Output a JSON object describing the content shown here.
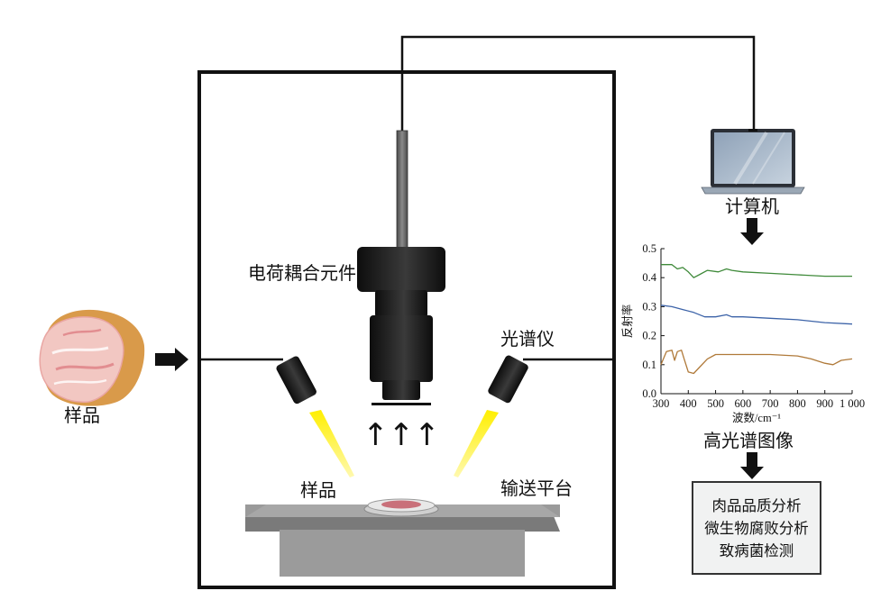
{
  "labels": {
    "sample_left": "样品",
    "ccd": "电荷耦合元件",
    "spectrometer": "光谱仪",
    "computer": "计算机",
    "sample_stage": "样品",
    "conveyor": "输送平台",
    "hyperspectral_image": "高光谱图像"
  },
  "results_box": {
    "lines": [
      "肉品品质分析",
      "微生物腐败分析",
      "致病菌检测"
    ]
  },
  "arrows": {
    "light_up": "↑↑↑"
  },
  "icons": [
    "meat-icon",
    "laptop-icon",
    "camera-icon",
    "light-source-icon",
    "petri-dish-icon"
  ],
  "chart_data": {
    "type": "line",
    "xlabel": "波数/cm⁻¹",
    "ylabel": "反射率",
    "xlim": [
      300,
      1000
    ],
    "ylim": [
      0.0,
      0.5
    ],
    "x_ticks": [
      "300",
      "400",
      "500",
      "600",
      "700",
      "800",
      "900",
      "1 000"
    ],
    "y_ticks": [
      "0.0",
      "0.1",
      "0.2",
      "0.3",
      "0.4",
      "0.5"
    ],
    "grid": false,
    "series": [
      {
        "color": "#3f8a3a",
        "x": [
          300,
          340,
          360,
          380,
          400,
          420,
          440,
          470,
          510,
          540,
          560,
          600,
          700,
          800,
          900,
          1000
        ],
        "y": [
          0.445,
          0.445,
          0.43,
          0.435,
          0.42,
          0.4,
          0.41,
          0.425,
          0.42,
          0.43,
          0.425,
          0.42,
          0.415,
          0.41,
          0.405,
          0.405
        ]
      },
      {
        "color": "#3c63a8",
        "x": [
          300,
          340,
          380,
          420,
          460,
          500,
          540,
          560,
          600,
          700,
          800,
          900,
          1000
        ],
        "y": [
          0.305,
          0.3,
          0.29,
          0.28,
          0.265,
          0.265,
          0.272,
          0.265,
          0.265,
          0.26,
          0.255,
          0.245,
          0.24
        ]
      },
      {
        "color": "#b07a3a",
        "x": [
          300,
          320,
          340,
          350,
          360,
          375,
          385,
          400,
          420,
          440,
          470,
          500,
          550,
          600,
          700,
          800,
          850,
          900,
          930,
          960,
          1000
        ],
        "y": [
          0.1,
          0.145,
          0.15,
          0.115,
          0.145,
          0.15,
          0.12,
          0.075,
          0.07,
          0.09,
          0.12,
          0.135,
          0.135,
          0.135,
          0.135,
          0.13,
          0.12,
          0.105,
          0.1,
          0.115,
          0.12
        ]
      }
    ]
  }
}
